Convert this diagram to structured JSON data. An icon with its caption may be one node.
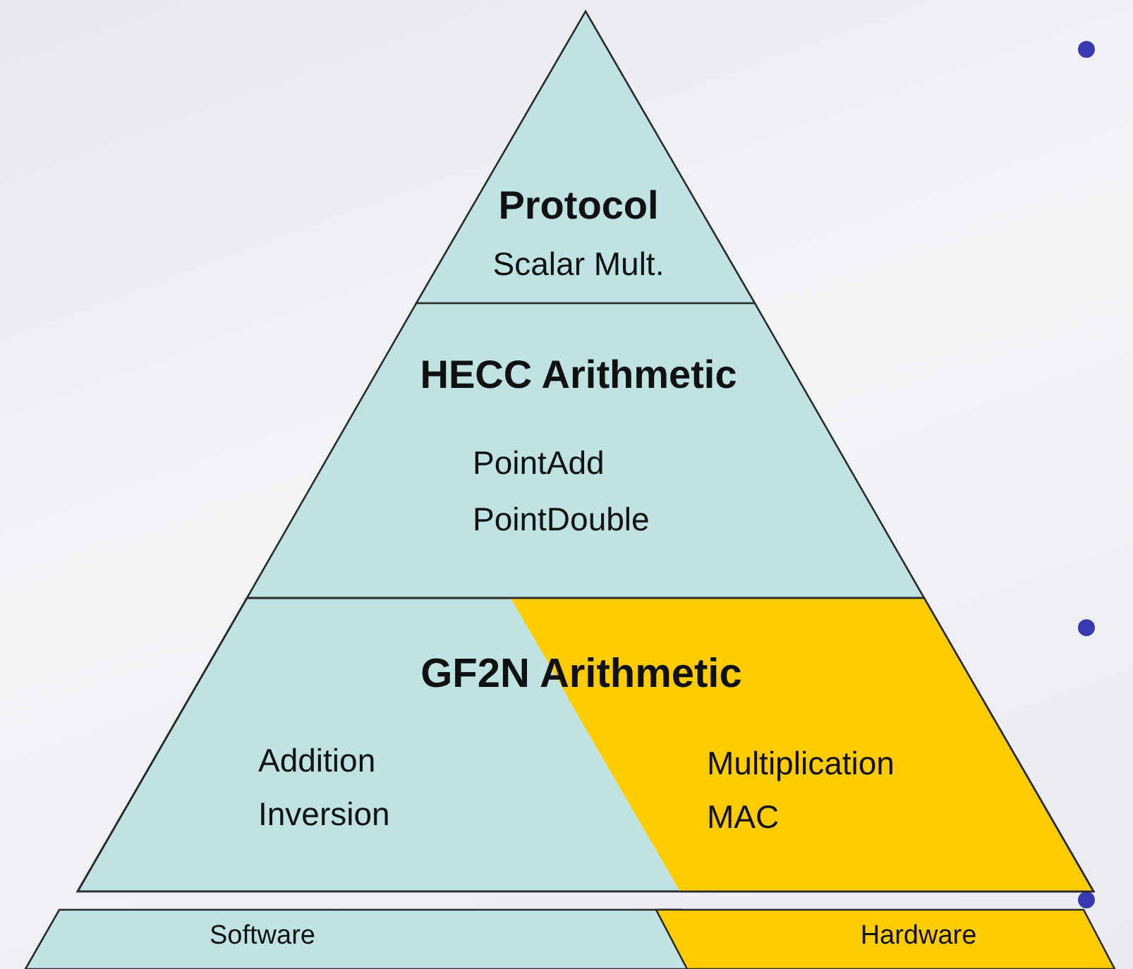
{
  "diagram": {
    "nodes": [
      {
        "text": [
          "Protocol",
          "Scalar Mult."
        ]
      },
      {
        "text": [
          "HECC Arithmetic",
          "PointAdd PointDouble"
        ]
      },
      {
        "text": [
          "GF2N Arithmetic"
        ]
      },
      {
        "text": [
          "Addition Inversion"
        ],
        "in": 2
      },
      {
        "text": [
          "Multiplication MAC"
        ],
        "in": 2
      },
      {
        "text": [
          "Software"
        ]
      },
      {
        "text": [
          "Hardware"
        ]
      }
    ]
  }
}
